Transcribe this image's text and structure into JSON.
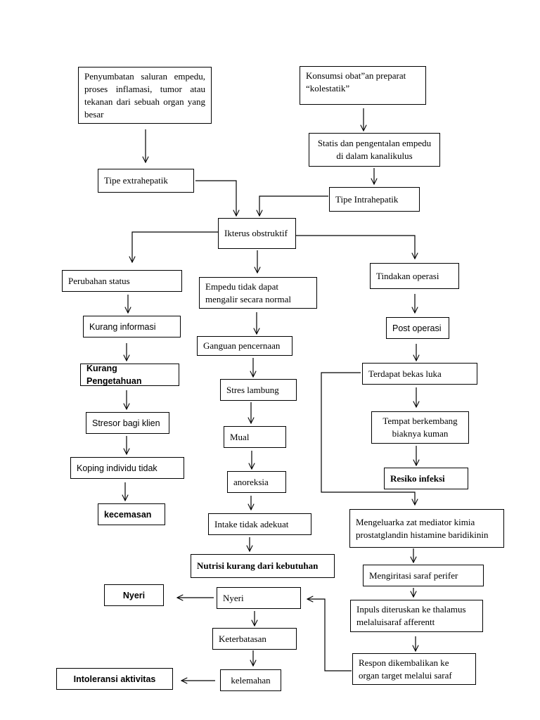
{
  "nodes": [
    {
      "id": "n1",
      "text": "Penyumbatan saluran empedu, proses inflamasi, tumor atau tekanan dari sebuah organ yang besar"
    },
    {
      "id": "n2",
      "text": "Konsumsi obat”an preparat “kolestatik”"
    },
    {
      "id": "n3",
      "text": "Statis dan pengentalan empedu di dalam kanalikulus"
    },
    {
      "id": "n4",
      "text": "Tipe extrahepatik"
    },
    {
      "id": "n5",
      "text": "Tipe Intrahepatik"
    },
    {
      "id": "n6",
      "text": "Ikterus obstruktif"
    },
    {
      "id": "n7",
      "text": "Perubahan status"
    },
    {
      "id": "n8",
      "text": "Empedu tidak dapat mengalir secara normal"
    },
    {
      "id": "n9",
      "text": "Tindakan operasi"
    },
    {
      "id": "n10",
      "text": "Kurang informasi"
    },
    {
      "id": "n11",
      "text": "Post operasi"
    },
    {
      "id": "n12",
      "text": "Ganguan pencernaan"
    },
    {
      "id": "n13",
      "text": "Kurang Pengetahuan"
    },
    {
      "id": "n14",
      "text": "Terdapat bekas luka"
    },
    {
      "id": "n15",
      "text": "Stres lambung"
    },
    {
      "id": "n16",
      "text": "Stresor bagi klien"
    },
    {
      "id": "n17",
      "text": "Tempat berkembang biaknya kuman"
    },
    {
      "id": "n18",
      "text": "Mual"
    },
    {
      "id": "n19",
      "text": "Koping individu tidak"
    },
    {
      "id": "n20",
      "text": "anoreksia"
    },
    {
      "id": "n21",
      "text": "Resiko infeksi"
    },
    {
      "id": "n22",
      "text": "kecemasan"
    },
    {
      "id": "n23",
      "text": "Intake tidak adekuat"
    },
    {
      "id": "n24",
      "text": "Mengeluarka zat mediator kimia prostatglandin histamine baridikinin"
    },
    {
      "id": "n25",
      "text": "Nutrisi kurang dari kebutuhan"
    },
    {
      "id": "n26",
      "text": "Mengiritasi saraf perifer"
    },
    {
      "id": "n27",
      "text": "Nyeri"
    },
    {
      "id": "n28",
      "text": "Nyeri"
    },
    {
      "id": "n29",
      "text": "Inpuls diteruskan ke thalamus melaluisaraf afferentt"
    },
    {
      "id": "n30",
      "text": "Keterbatasan"
    },
    {
      "id": "n31",
      "text": "Respon dikembalikan ke organ target melalui saraf"
    },
    {
      "id": "n32",
      "text": "Intoleransi aktivitas"
    },
    {
      "id": "n33",
      "text": "kelemahan"
    }
  ]
}
